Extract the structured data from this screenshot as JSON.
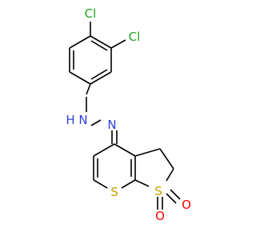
{
  "molecule": {
    "colors": {
      "bond": "#000000",
      "carbon": "#000000",
      "chlorine": "#22a022",
      "nitrogen": "#3040e0",
      "sulfur": "#c0a000",
      "oxygen": "#ff0000"
    },
    "atoms": {
      "cl_top": "Cl",
      "cl_right": "Cl",
      "nh_n": "N",
      "nh_h": "H",
      "n_imine": "N",
      "s_ring": "S",
      "s_sulfone": "S",
      "o_bottom": "O",
      "o_right": "O"
    }
  }
}
